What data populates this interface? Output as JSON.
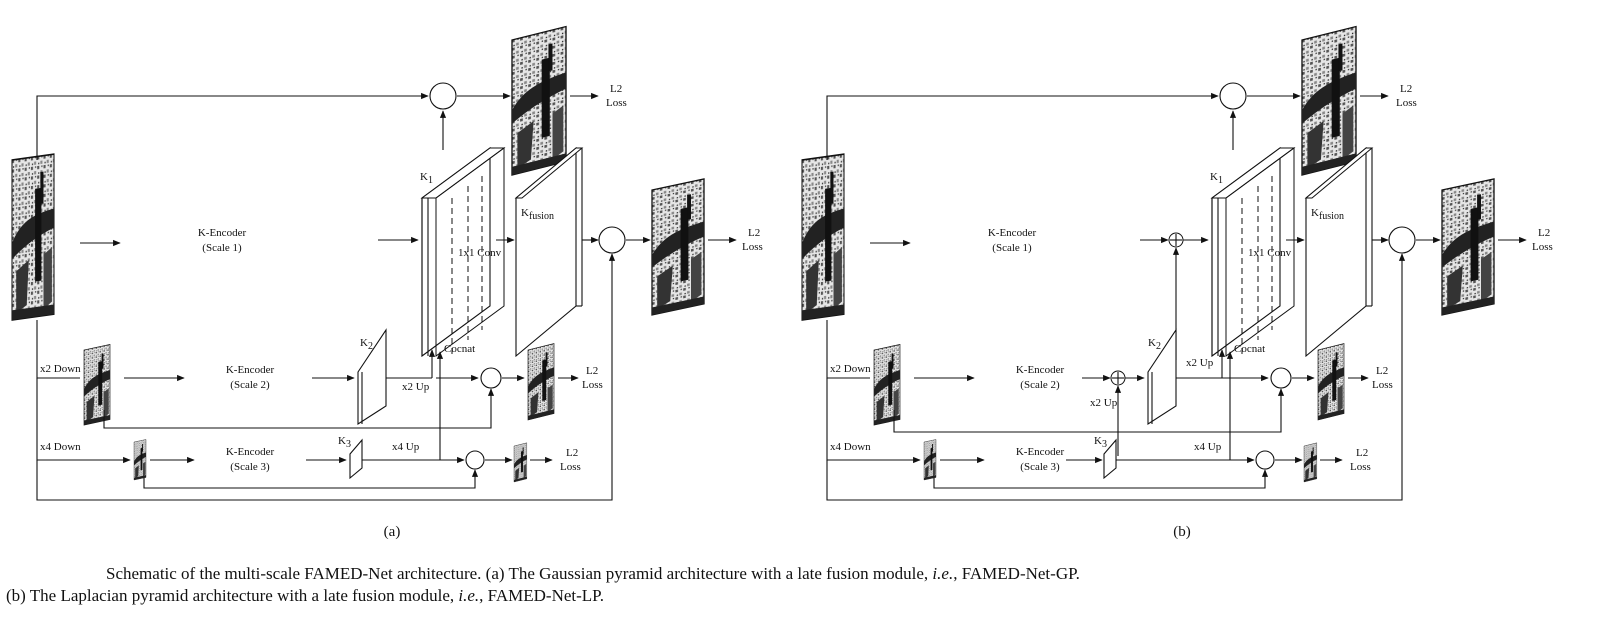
{
  "panel_a": {
    "label": "(a)",
    "encoders": [
      {
        "line1": "K-Encoder",
        "line2": "(Scale 1)"
      },
      {
        "line1": "K-Encoder",
        "line2": "(Scale 2)"
      },
      {
        "line1": "K-Encoder",
        "line2": "(Scale 3)"
      }
    ],
    "kernels": {
      "k1": "K",
      "k1_sub": "1",
      "k2": "K",
      "k2_sub": "2",
      "k3": "K",
      "k3_sub": "3",
      "kf": "K",
      "kf_sub": "fusion"
    },
    "conv": "1x1 Conv",
    "concat": "Cocnat",
    "down2": "x2 Down",
    "down4": "x4 Down",
    "up2": "x2 Up",
    "up4": "x4 Up",
    "loss1": "L2",
    "loss2": "Loss"
  },
  "panel_b": {
    "label": "(b)",
    "encoders": [
      {
        "line1": "K-Encoder",
        "line2": "(Scale 1)"
      },
      {
        "line1": "K-Encoder",
        "line2": "(Scale 2)"
      },
      {
        "line1": "K-Encoder",
        "line2": "(Scale 3)"
      }
    ],
    "kernels": {
      "k1": "K",
      "k1_sub": "1",
      "k2": "K",
      "k2_sub": "2",
      "k3": "K",
      "k3_sub": "3",
      "kf": "K",
      "kf_sub": "fusion"
    },
    "conv": "1x1 Conv",
    "concat": "Cocnat",
    "down2": "x2 Down",
    "down4": "x4 Down",
    "up2a": "x2 Up",
    "up2b": "x2 Up",
    "up4": "x4 Up",
    "loss1": "L2",
    "loss2": "Loss"
  },
  "caption": {
    "line1_pre": "Schematic of the multi-scale FAMED-Net architecture. (a) The Gaussian pyramid architecture with a late fusion module, ",
    "line1_ie": "i.e.",
    "line1_post": ", FAMED-Net-GP.",
    "line2_pre": "(b) The Laplacian pyramid architecture with a late fusion module, ",
    "line2_ie": "i.e.",
    "line2_post": ", FAMED-Net-LP."
  }
}
